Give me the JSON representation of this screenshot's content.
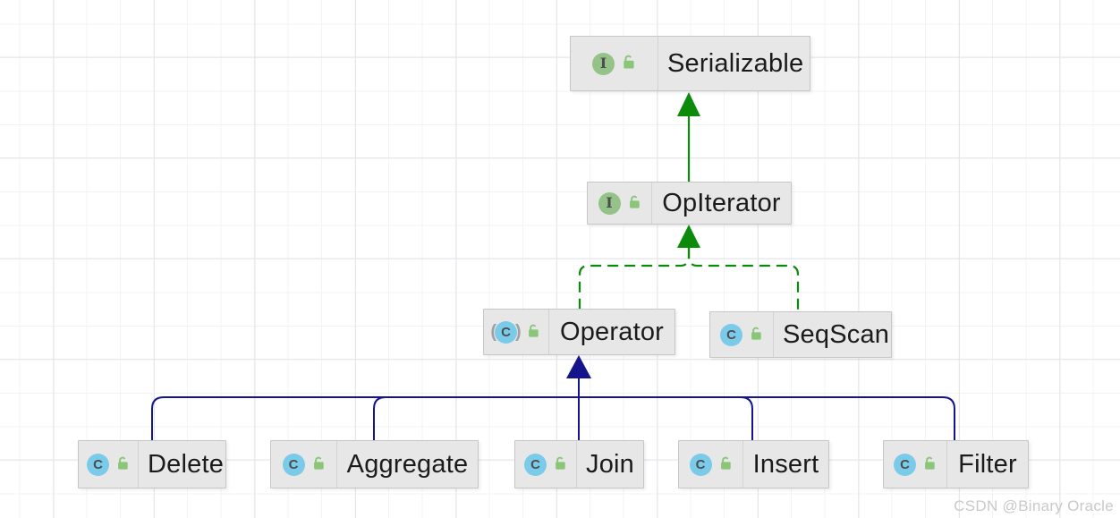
{
  "colors": {
    "edge-green": "#0c8a0c",
    "edge-navy": "#14148c",
    "node-bg": "#e7e7e7",
    "node-border": "#c6c6c6",
    "node-divider": "#d2d2d2",
    "label": "#1b1b1b",
    "icon-interface-bg": "#94c289",
    "icon-class-bg": "#7acbe9",
    "icon-letter": "#4d4d4d",
    "icon-lock": "#8ac578",
    "abstract-paren": "#a0a0a0",
    "watermark": "#c9c9c9",
    "grid-minor": "#f3f3f5",
    "grid-major": "#e6e6ea"
  },
  "icons": {
    "abstract_open": "(",
    "abstract_close": ")"
  },
  "diagram": {
    "nodes": [
      {
        "id": "serializable",
        "label": "Serializable",
        "stereotype": "interface",
        "icon_letter": "I",
        "visibility": "public"
      },
      {
        "id": "opiterator",
        "label": "OpIterator",
        "stereotype": "interface",
        "icon_letter": "I",
        "visibility": "public"
      },
      {
        "id": "operator",
        "label": "Operator",
        "stereotype": "abstract-class",
        "icon_letter": "C",
        "visibility": "public"
      },
      {
        "id": "seqscan",
        "label": "SeqScan",
        "stereotype": "class",
        "icon_letter": "C",
        "visibility": "public"
      },
      {
        "id": "delete",
        "label": "Delete",
        "stereotype": "class",
        "icon_letter": "C",
        "visibility": "public"
      },
      {
        "id": "aggregate",
        "label": "Aggregate",
        "stereotype": "class",
        "icon_letter": "C",
        "visibility": "public"
      },
      {
        "id": "join",
        "label": "Join",
        "stereotype": "class",
        "icon_letter": "C",
        "visibility": "public"
      },
      {
        "id": "insert",
        "label": "Insert",
        "stereotype": "class",
        "icon_letter": "C",
        "visibility": "public"
      },
      {
        "id": "filter",
        "label": "Filter",
        "stereotype": "class",
        "icon_letter": "C",
        "visibility": "public"
      }
    ],
    "edges": [
      {
        "from": "OpIterator",
        "to": "Serializable",
        "relation": "extends",
        "line": "solid",
        "color": "green"
      },
      {
        "from": "Operator",
        "to": "OpIterator",
        "relation": "implements",
        "line": "dashed",
        "color": "green"
      },
      {
        "from": "SeqScan",
        "to": "OpIterator",
        "relation": "implements",
        "line": "dashed",
        "color": "green"
      },
      {
        "from": "Delete",
        "to": "Operator",
        "relation": "extends",
        "line": "solid",
        "color": "navy"
      },
      {
        "from": "Aggregate",
        "to": "Operator",
        "relation": "extends",
        "line": "solid",
        "color": "navy"
      },
      {
        "from": "Join",
        "to": "Operator",
        "relation": "extends",
        "line": "solid",
        "color": "navy"
      },
      {
        "from": "Insert",
        "to": "Operator",
        "relation": "extends",
        "line": "solid",
        "color": "navy"
      },
      {
        "from": "Filter",
        "to": "Operator",
        "relation": "extends",
        "line": "solid",
        "color": "navy"
      }
    ]
  },
  "watermark": {
    "text": "CSDN @Binary Oracle"
  }
}
